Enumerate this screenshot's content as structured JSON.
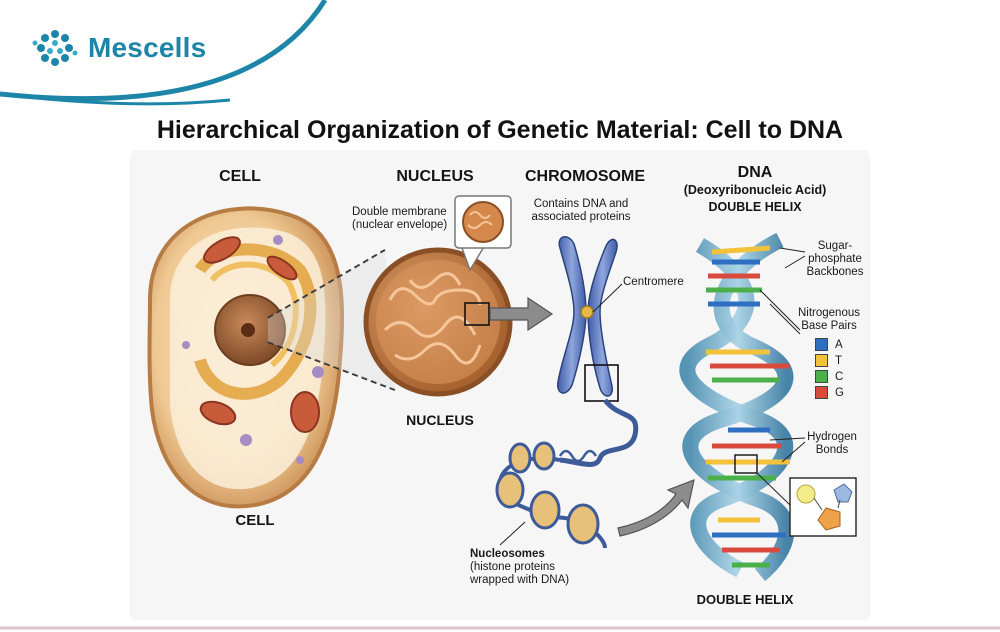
{
  "brand": {
    "logo_icon": "dots-ring-logo",
    "name": "Mescells",
    "color": "#1d86a8"
  },
  "title": "Hierarchical Organization of Genetic Material: Cell to DNA",
  "headers": {
    "cell": "CELL",
    "nucleus": "NUCLEUS",
    "chromosome": "CHROMOSOME",
    "dna": "DNA",
    "dna_full": "(Deoxyribonucleic Acid)",
    "double_helix": "DOUBLE HELIX"
  },
  "labels": {
    "double_membrane_1": "Double membrane",
    "double_membrane_2": "(nuclear envelope)",
    "contains_1": "Contains DNA and",
    "contains_2": "associated proteins",
    "centromere": "Centromere",
    "nucleus_bottom": "NUCLEUS",
    "cell_bottom": "CELL",
    "nucleosomes_1": "Nucleosomes",
    "nucleosomes_2": "(histone proteins",
    "nucleosomes_3": "wrapped with DNA)",
    "sugar_1": "Sugar-",
    "sugar_2": "phosphate",
    "sugar_3": "Backbones",
    "nitro_1": "Nitrogenous",
    "nitro_2": "Base Pairs",
    "hydro_1": "Hydrogen",
    "hydro_2": "Bonds",
    "double_helix_bottom": "DOUBLE HELIX"
  },
  "legend": [
    {
      "base": "A",
      "color": "#2f6fc2"
    },
    {
      "base": "T",
      "color": "#f2c23a"
    },
    {
      "base": "C",
      "color": "#4bb04a"
    },
    {
      "base": "G",
      "color": "#d84b3c"
    }
  ]
}
